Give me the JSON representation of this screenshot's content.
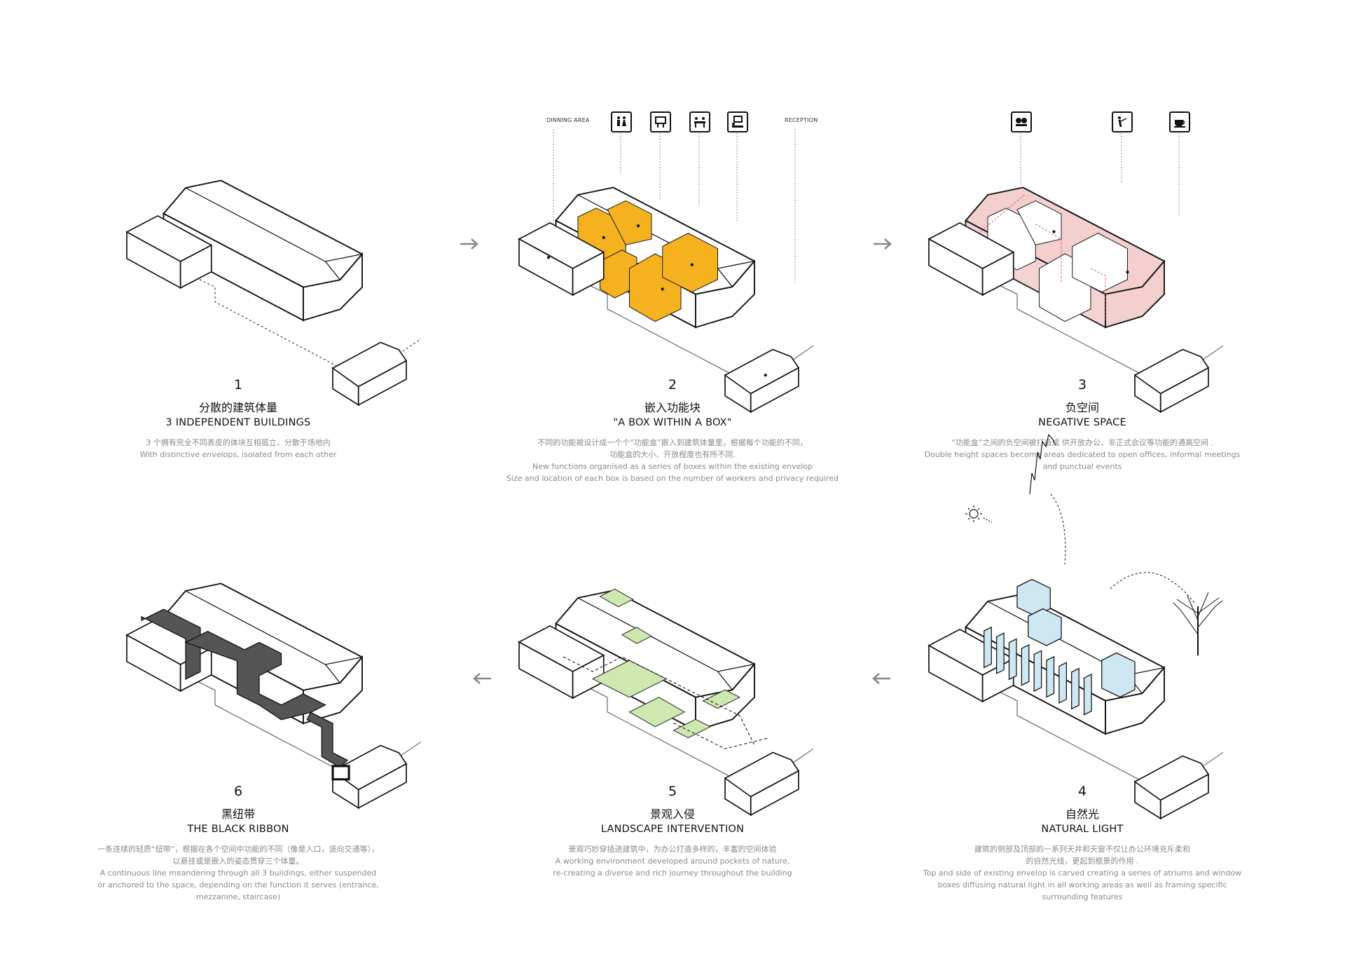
{
  "colors": {
    "line": "#111111",
    "dashed": "#333333",
    "box_fill": "#f5b21e",
    "negative_fill": "#f3cfcf",
    "negative_stroke": "#d06060",
    "ribbon_fill": "#555555",
    "landscape_fill": "#cfe8b0",
    "glass_fill": "#cfe7f2",
    "arrow": "#888888",
    "desc_text": "#8a8a8a"
  },
  "panels": [
    {
      "number": "1",
      "title_cn": "分散的建筑体量",
      "title_en": "3 INDEPENDENT BUILDINGS",
      "desc_cn": [
        "3 个拥有完全不同表皮的体块互相孤立、分散于场地内"
      ],
      "desc_en": [
        "With distinctive envelops, isolated from each other"
      ]
    },
    {
      "number": "2",
      "title_cn": "嵌入功能块",
      "title_en": "\"A BOX WITHIN A BOX\"",
      "desc_cn": [
        "不同的功能被设计成一个个“功能盒”嵌入到建筑体量里，根据每个功能的不同，",
        "功能盒的大小、开放程度也有所不同."
      ],
      "desc_en": [
        "New functions organised as a series of boxes within the existing envelop",
        "Size and location of each box is based on the number of workers and privacy required"
      ],
      "label_left": "DINNING AREA",
      "label_right": "RECEPTION"
    },
    {
      "number": "3",
      "title_cn": "负空间",
      "title_en": "NEGATIVE SPACE",
      "desc_cn": [
        "“功能盒”之间的负空间被打造成 供开放办公、非正式会议等功能的通高空间 ."
      ],
      "desc_en": [
        "Double height spaces become areas dedicated to open offices, informal meetings",
        "and punctual events"
      ]
    },
    {
      "number": "6",
      "title_cn": "黑纽带",
      "title_en": "THE BLACK RIBBON",
      "desc_cn": [
        "一条连续的轻质“纽带”，根据在各个空间中功能的不同（像是入口，竖向交通等），",
        "以悬挂或是嵌入的姿态贯穿三个体量。"
      ],
      "desc_en": [
        "A continuous line meandering through all 3 buildings, either suspended",
        "or anchored to the space, depending on the function it serves (entrance,",
        "mezzanine, staircase)"
      ]
    },
    {
      "number": "5",
      "title_cn": "景观入侵",
      "title_en": "LANDSCAPE INTERVENTION",
      "desc_cn": [
        "景观巧妙穿插进建筑中，为办公打造多样的，丰富的空间体验"
      ],
      "desc_en": [
        "A working environment developed around pockets of nature,",
        "re-creating a diverse and rich journey throughout the building"
      ]
    },
    {
      "number": "4",
      "title_cn": "自然光",
      "title_en": "NATURAL LIGHT",
      "desc_cn": [
        "建筑的侧部及顶部的一系列天井和天窗不仅让办公环境充斥柔和",
        "的自然光线，更起到框景的作用 ."
      ],
      "desc_en": [
        "Top and side of existing envelop is carved creating a series of atriums and window",
        "boxes diffusing natural light in all working areas as well as framing specific",
        "surrounding features"
      ]
    }
  ],
  "icons": {
    "panel2": [
      "restroom-icon",
      "meeting-table-icon",
      "dining-icon",
      "workstation-icon"
    ],
    "panel3": [
      "chat-icon",
      "presentation-icon",
      "coffee-icon"
    ]
  }
}
